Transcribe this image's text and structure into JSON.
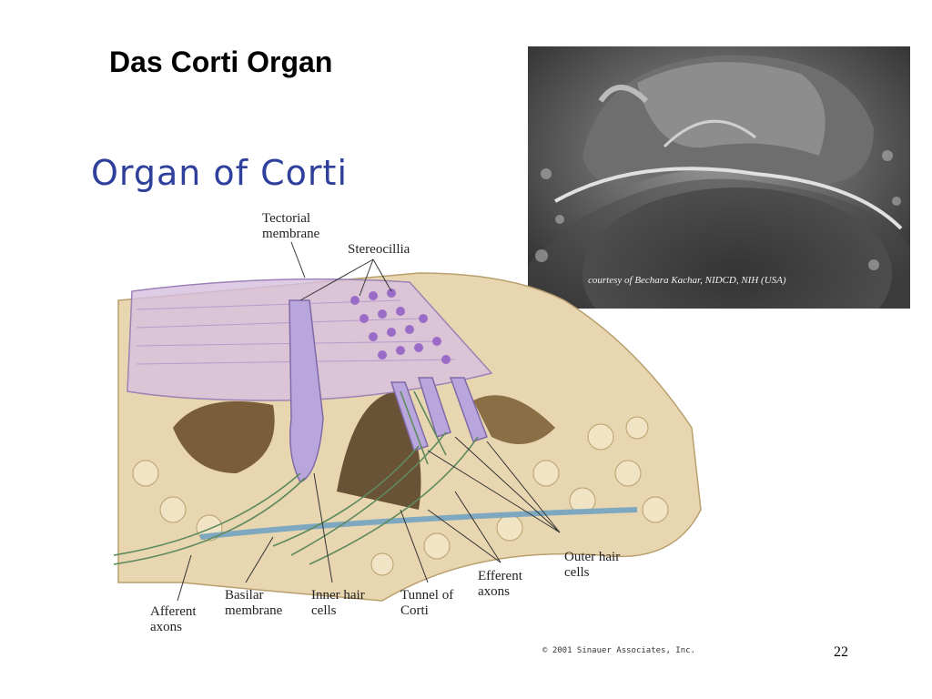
{
  "slide": {
    "title": "Das Corti Organ",
    "page_number": "22"
  },
  "photo": {
    "credit": "courtesy of Bechara Kachar, NIDCD, NIH (USA)"
  },
  "diagram": {
    "heading": "Organ of Corti",
    "labels": {
      "tectorial_membrane": "Tectorial membrane",
      "stereocilia": "Stereocillia",
      "outer_hair_cells": "Outer hair cells",
      "efferent_axons": "Efferent axons",
      "tunnel_of_corti": "Tunnel of Corti",
      "inner_hair_cells": "Inner hair cells",
      "basilar_membrane": "Basilar membrane",
      "afferent_axons": "Afferent axons"
    },
    "copyright": "© 2001 Sinauer Associates, Inc."
  },
  "colors": {
    "tissue": "#e8d6b0",
    "membrane": "#d6bfe0",
    "hair_cell": "#b9a6dc",
    "axon": "#5e8a5e",
    "basilar": "#7ea8c0",
    "handwriting": "#2e3f9c"
  }
}
